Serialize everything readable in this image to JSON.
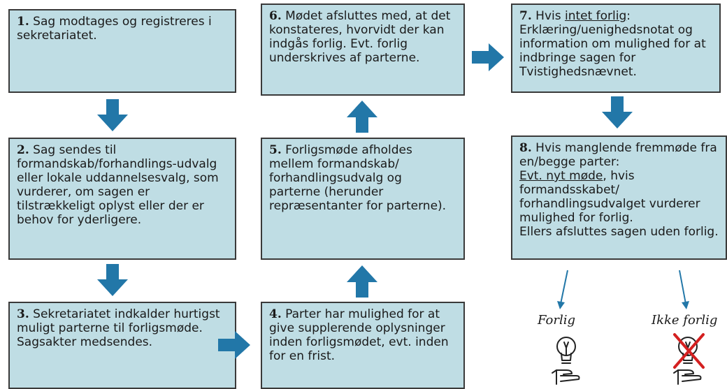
{
  "steps": {
    "s1": {
      "num": "1.",
      "text": "Sag modtages og registreres i sekretariatet."
    },
    "s2": {
      "num": "2.",
      "text": "Sag sendes til formandskab/forhandlings-udvalg eller lokale uddannelsesvalg, som vurderer, om sagen er tilstrækkeligt oplyst eller der er behov for yderligere."
    },
    "s3": {
      "num": "3.",
      "text": "Sekretariatet indkalder hurtigst muligt parterne til forligsmøde. Sagsakter medsendes."
    },
    "s4": {
      "num": "4.",
      "text": "Parter har mulighed for at give supplerende oplysninger inden forligsmødet, evt. inden for en frist."
    },
    "s5": {
      "num": "5.",
      "text": "Forligsmøde afholdes mellem formandskab/ forhandlingsudvalg og parterne (herunder repræsentanter for parterne)."
    },
    "s6": {
      "num": "6.",
      "text": "Mødet afsluttes med, at det konstateres, hvorvidt der kan indgås forlig. Evt. forlig underskrives af parterne."
    },
    "s7": {
      "num": "7.",
      "pre": "Hvis ",
      "underlined": "intet forlig",
      "post": ":",
      "text": "Erklæring/uenighedsnotat og information om mulighed for at indbringe sagen for Tvistighedsnævnet."
    },
    "s8": {
      "num": "8.",
      "line1": "Hvis manglende fremmøde fra en/begge parter:",
      "underlined": "Evt. nyt møde",
      "post": ", hvis formandsskabet/ forhandlingsudvalget vurderer mulighed for forlig.",
      "last": "Ellers afsluttes sagen uden forlig."
    }
  },
  "outcomes": {
    "forlig": "Forlig",
    "ikke_forlig": "Ikke forlig"
  },
  "colors": {
    "box_fill": "#bfdde4",
    "box_border": "#3a3a3a",
    "arrow": "#2277a8",
    "cross": "#d42020"
  }
}
